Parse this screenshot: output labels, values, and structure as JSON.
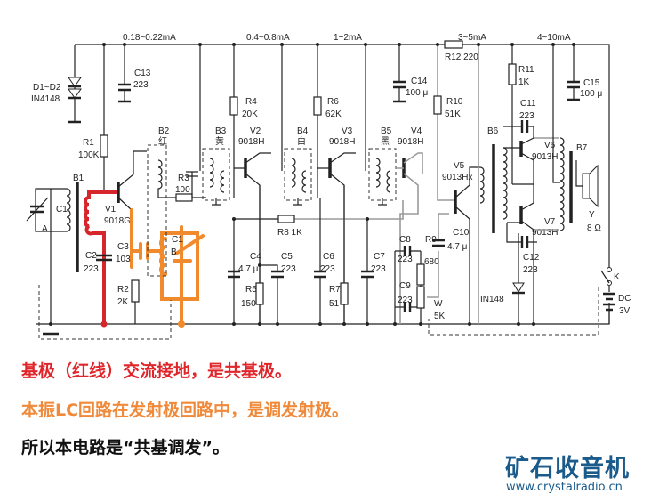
{
  "currents": [
    "0.18~0.22mA",
    "0.4~0.8mA",
    "1~2mA",
    "3~5mA",
    "4~10mA"
  ],
  "components": {
    "d1d2": {
      "ref": "D1~D2",
      "value": "IN4148"
    },
    "c13": {
      "ref": "C13",
      "value": "223"
    },
    "r1": {
      "ref": "R1",
      "value": "100K"
    },
    "b1": {
      "ref": "B1"
    },
    "c1": {
      "ref": "C1",
      "section": "A"
    },
    "v1": {
      "ref": "V1",
      "value": "9018G"
    },
    "c2": {
      "ref": "C2",
      "value": "223"
    },
    "c3": {
      "ref": "C3",
      "value": "103"
    },
    "c1b": {
      "ref": "C1",
      "section": "B"
    },
    "r2": {
      "ref": "R2",
      "value": "2K"
    },
    "b2": {
      "ref": "B2",
      "color": "红"
    },
    "r3": {
      "ref": "R3",
      "value": "100"
    },
    "b3": {
      "ref": "B3",
      "color": "黄"
    },
    "r4": {
      "ref": "R4",
      "value": "20K"
    },
    "v2": {
      "ref": "V2",
      "value": "9018H"
    },
    "b4": {
      "ref": "B4",
      "color": "白"
    },
    "r6": {
      "ref": "R6",
      "value": "62K"
    },
    "v3": {
      "ref": "V3",
      "value": "9018H"
    },
    "b5": {
      "ref": "B5",
      "color": "黑"
    },
    "v4": {
      "ref": "V4",
      "value": "9018H"
    },
    "r8": {
      "label": "R8 1K"
    },
    "c4": {
      "ref": "C4",
      "value": "4.7 μ"
    },
    "c5": {
      "ref": "C5",
      "value": "223"
    },
    "r5": {
      "ref": "R5",
      "value": "150"
    },
    "c6": {
      "ref": "C6",
      "value": "223"
    },
    "r7": {
      "ref": "R7",
      "value": "51"
    },
    "c7": {
      "ref": "C7",
      "value": "223"
    },
    "c8": {
      "ref": "C8",
      "value": "223"
    },
    "r9": {
      "ref": "R9",
      "value": "680"
    },
    "c9": {
      "ref": "C9",
      "value": "223"
    },
    "w": {
      "ref": "W",
      "value": "5K"
    },
    "c10": {
      "ref": "C10",
      "value": "4.7 μ"
    },
    "c14": {
      "ref": "C14",
      "value": "100 μ"
    },
    "r12": {
      "label": "R12 220"
    },
    "r10": {
      "ref": "R10",
      "value": "51K"
    },
    "v5": {
      "ref": "V5",
      "value": "9013Hx"
    },
    "b6": {
      "ref": "B6"
    },
    "r11": {
      "ref": "R11",
      "value": "1K"
    },
    "c11": {
      "ref": "C11",
      "value": "223"
    },
    "v6": {
      "ref": "V6",
      "value": "9013H"
    },
    "b7": {
      "ref": "B7"
    },
    "v7": {
      "ref": "V7",
      "value": "9013H"
    },
    "y": {
      "ref": "Y",
      "value": "8 Ω"
    },
    "c12": {
      "ref": "C12",
      "value": "223"
    },
    "d3": {
      "value": "IN148"
    },
    "k": {
      "ref": "K"
    },
    "dc": {
      "ref": "DC",
      "value": "3V"
    },
    "c15": {
      "ref": "C15",
      "value": "100 μ"
    }
  },
  "captions": [
    "基极（红线）交流接地，是共基极。",
    "本振LC回路在发射极回路中，是调发射极。",
    "所以本电路是“共基调发”。"
  ],
  "logo": {
    "name": "矿石收音机",
    "url": "www.crystalradio.cn"
  },
  "colors": {
    "red": "#d7262b",
    "orange": "#f08a2c",
    "logo": "#1a5b8c"
  }
}
